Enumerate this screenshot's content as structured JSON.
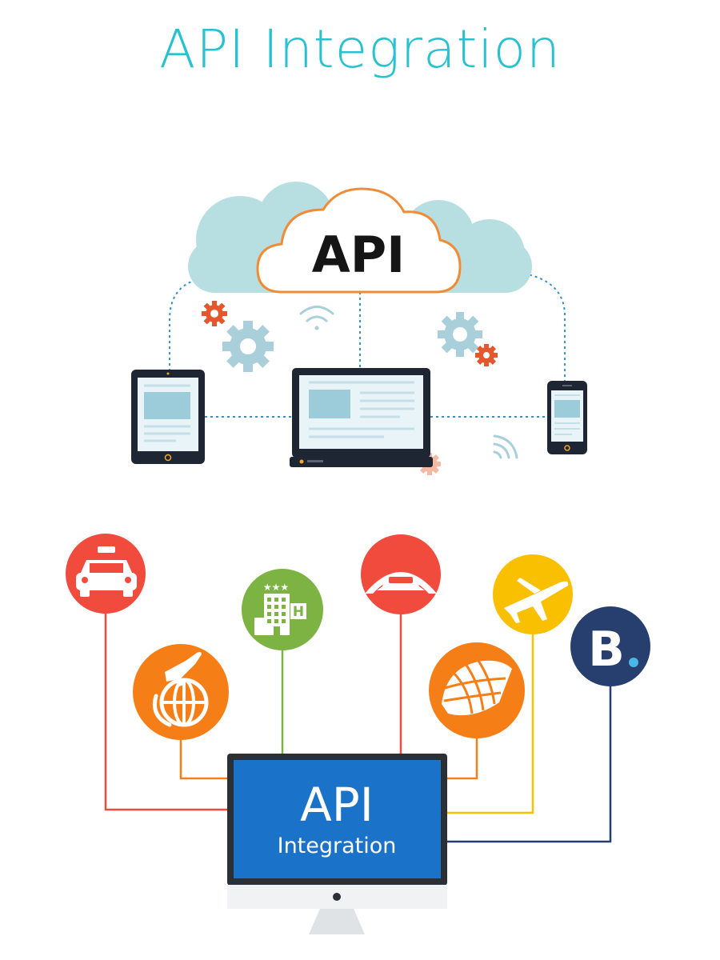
{
  "title": "API Integration",
  "cloud": {
    "label": "API"
  },
  "monitor": {
    "line1": "API",
    "line2": "Integration"
  },
  "hotel": {
    "sign": "H",
    "stars": "★★★"
  },
  "booking": {
    "letter": "B"
  },
  "colors": {
    "title": "#27c1cf",
    "cloud_blue": "#b7dfe2",
    "cloud_outline": "#f08b37",
    "device_dark": "#1f2633",
    "screen_light": "#e9f4f8",
    "screen_accent": "#9ccbd9",
    "dotted_line": "#3a8fc7",
    "gear_blue": "#a9cfdb",
    "gear_orange": "#e4562b",
    "red": "#f04b3c",
    "orange": "#f57e17",
    "green": "#7cb342",
    "yellow": "#f9c001",
    "navy": "#273f6e",
    "monitor_blue": "#1a73c8",
    "monitor_frame": "#2b2f36",
    "stand": "#e0e3e6"
  },
  "icons": [
    "cloud-icon",
    "tablet-icon",
    "laptop-icon",
    "phone-icon",
    "gear-icon",
    "wifi-icon",
    "taxi-icon",
    "flight-globe-icon",
    "hotel-icon",
    "car-rental-icon",
    "airplane-icon",
    "cruise-icon",
    "booking-icon",
    "monitor-icon"
  ]
}
